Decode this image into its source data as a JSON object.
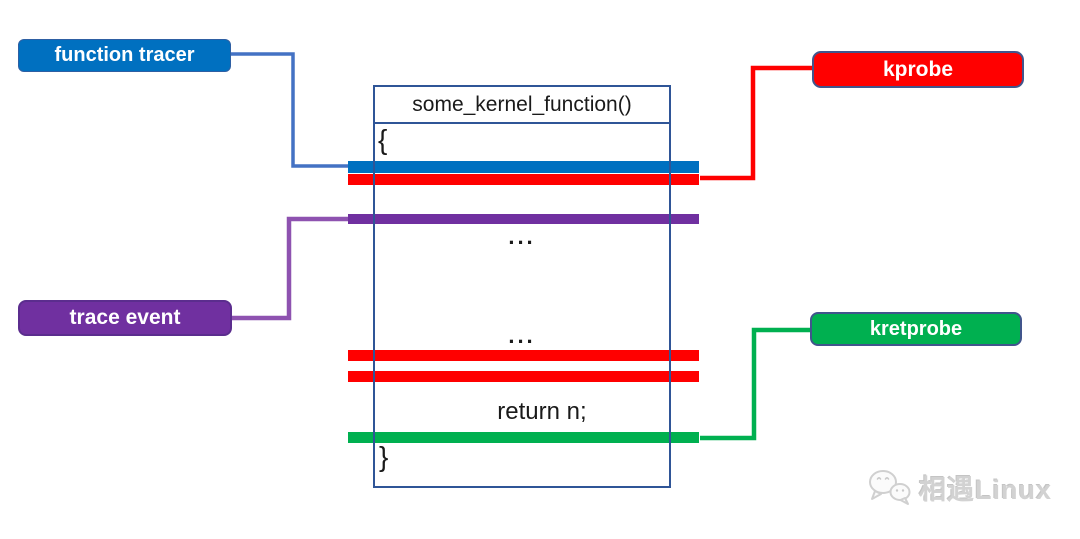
{
  "diagram": {
    "function_box": {
      "title": "some_kernel_function()",
      "open_brace": "{",
      "ellipsis_top": "...",
      "ellipsis_bottom": "...",
      "return_statement": "return n;",
      "close_brace": "}",
      "border_color": "#2F5597"
    },
    "labels": [
      {
        "id": "function-tracer",
        "text": "function tracer",
        "fill": "#0070C0"
      },
      {
        "id": "kprobe",
        "text": "kprobe",
        "fill": "#FF0000"
      },
      {
        "id": "trace-event",
        "text": "trace event",
        "fill": "#7030A0"
      },
      {
        "id": "kretprobe",
        "text": "kretprobe",
        "fill": "#00B050"
      }
    ],
    "bars": [
      {
        "name": "function-tracer-entry-bar",
        "color": "#0070C0"
      },
      {
        "name": "kprobe-entry-bar",
        "color": "#FF0000"
      },
      {
        "name": "trace-event-bar",
        "color": "#7030A0"
      },
      {
        "name": "kprobe-mid-bar-1",
        "color": "#FF0000"
      },
      {
        "name": "kprobe-mid-bar-2",
        "color": "#FF0000"
      },
      {
        "name": "kretprobe-return-bar",
        "color": "#00B050"
      }
    ],
    "connectors": [
      {
        "name": "function-tracer-connector",
        "color": "#4472C4"
      },
      {
        "name": "kprobe-connector",
        "color": "#FF0000"
      },
      {
        "name": "trace-event-connector",
        "color": "#8E52B0"
      },
      {
        "name": "kretprobe-connector",
        "color": "#00B050"
      }
    ]
  },
  "watermark": {
    "text": "相遇Linux"
  }
}
